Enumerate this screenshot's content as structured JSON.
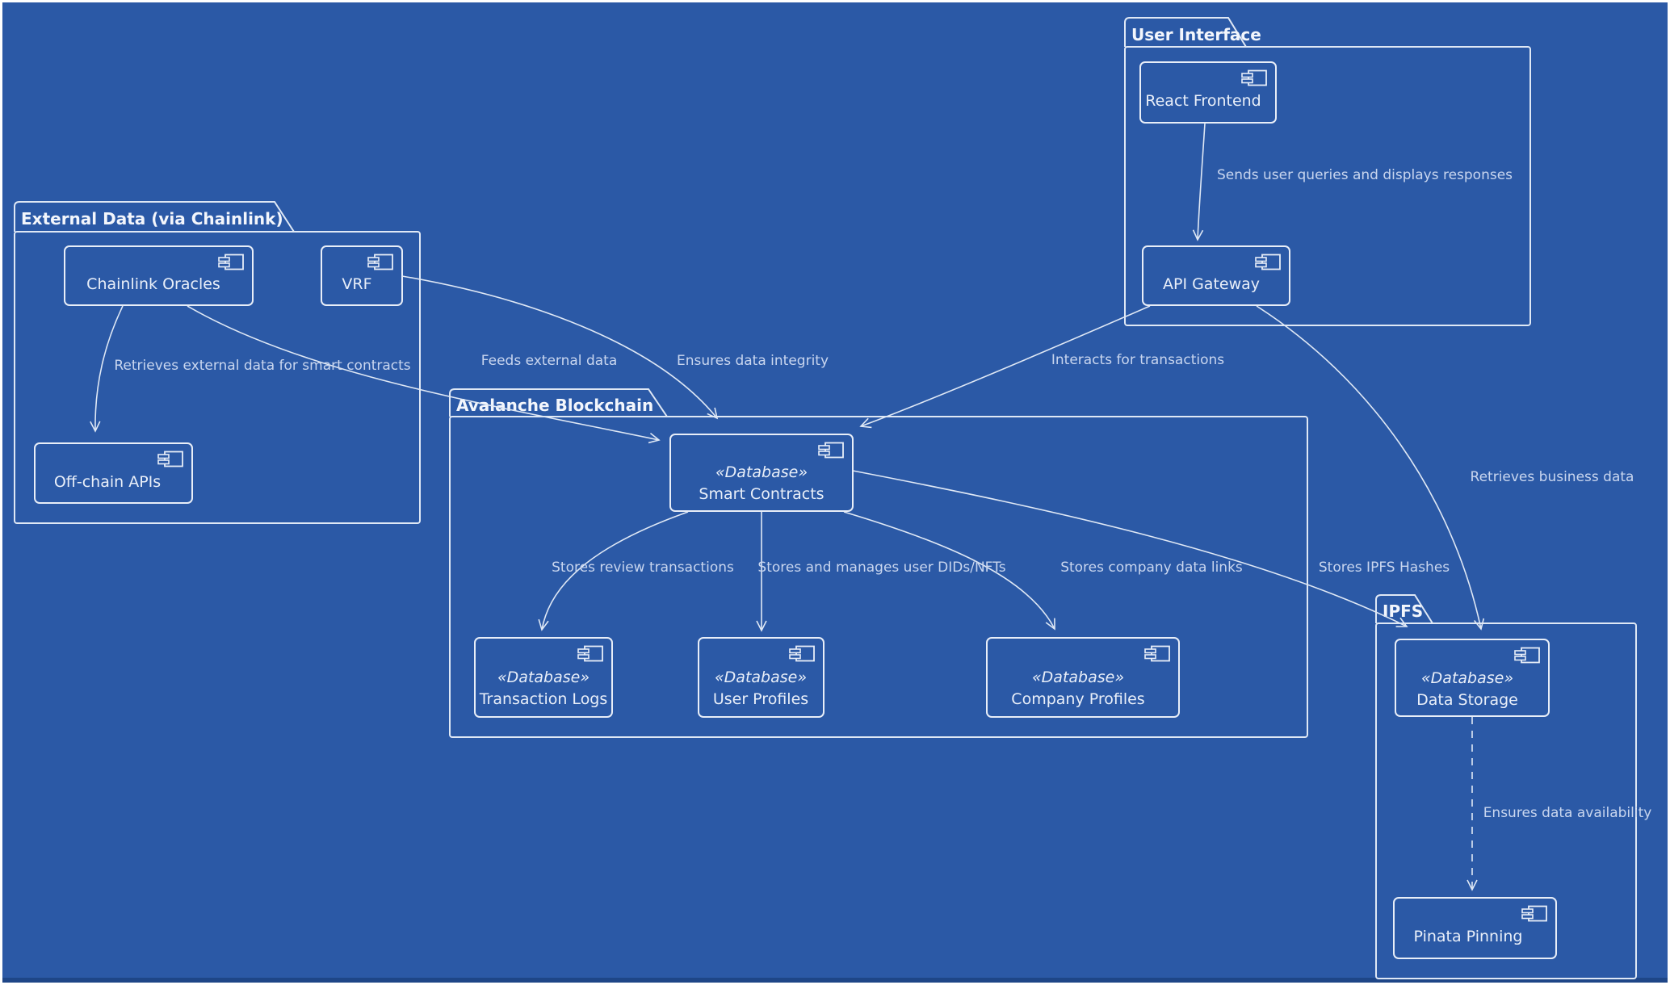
{
  "diagram": {
    "type": "uml-component-diagram",
    "colors": {
      "background": "#2b59a6",
      "line": "#dfe8f5",
      "box_stroke": "#e8eef8",
      "component_text": "#e9eff9",
      "edge_label_text": "#c9d6ef",
      "package_label_text": "#f3f6fc",
      "bottom_strip": "#1e4687",
      "outer_border": "#ffffff"
    },
    "packages": {
      "external": {
        "label": "External Data (via Chainlink)"
      },
      "ui": {
        "label": "User Interface"
      },
      "avalanche": {
        "label": "Avalanche Blockchain"
      },
      "ipfs": {
        "label": "IPFS"
      }
    },
    "components": {
      "chainlink_oracles": {
        "name": "Chainlink Oracles"
      },
      "vrf": {
        "name": "VRF"
      },
      "offchain_apis": {
        "name": "Off-chain APIs"
      },
      "react_frontend": {
        "name": "React Frontend"
      },
      "api_gateway": {
        "name": "API Gateway"
      },
      "smart_contracts": {
        "stereotype": "«Database»",
        "name": "Smart Contracts"
      },
      "transaction_logs": {
        "stereotype": "«Database»",
        "name": "Transaction Logs"
      },
      "user_profiles": {
        "stereotype": "«Database»",
        "name": "User Profiles"
      },
      "company_profiles": {
        "stereotype": "«Database»",
        "name": "Company Profiles"
      },
      "data_storage": {
        "stereotype": "«Database»",
        "name": "Data Storage"
      },
      "pinata_pinning": {
        "name": "Pinata Pinning"
      }
    },
    "edges": {
      "react_to_api": {
        "label": "Sends user queries and displays responses",
        "from": "React Frontend",
        "to": "API Gateway"
      },
      "oracles_to_offchain": {
        "label": "Retrieves external data for smart contracts",
        "from": "Chainlink Oracles",
        "to": "Off-chain APIs"
      },
      "oracles_to_smart": {
        "label": "Feeds external data",
        "from": "Chainlink Oracles",
        "to": "Smart Contracts"
      },
      "vrf_to_smart": {
        "label": "Ensures data integrity",
        "from": "VRF",
        "to": "Smart Contracts"
      },
      "api_to_smart": {
        "label": "Interacts for transactions",
        "from": "API Gateway",
        "to": "Smart Contracts"
      },
      "api_to_storage": {
        "label": "Retrieves business data",
        "from": "API Gateway",
        "to": "Data Storage"
      },
      "smart_to_logs": {
        "label": "Stores review transactions",
        "from": "Smart Contracts",
        "to": "Transaction Logs"
      },
      "smart_to_users": {
        "label": "Stores and manages user DIDs/NFTs",
        "from": "Smart Contracts",
        "to": "User Profiles"
      },
      "smart_to_companies": {
        "label": "Stores company data links",
        "from": "Smart Contracts",
        "to": "Company Profiles"
      },
      "smart_to_storage": {
        "label": "Stores IPFS Hashes",
        "from": "Smart Contracts",
        "to": "Data Storage"
      },
      "storage_to_pinata": {
        "label": "Ensures data availability",
        "from": "Data Storage",
        "to": "Pinata Pinning",
        "style": "dashed"
      }
    }
  }
}
